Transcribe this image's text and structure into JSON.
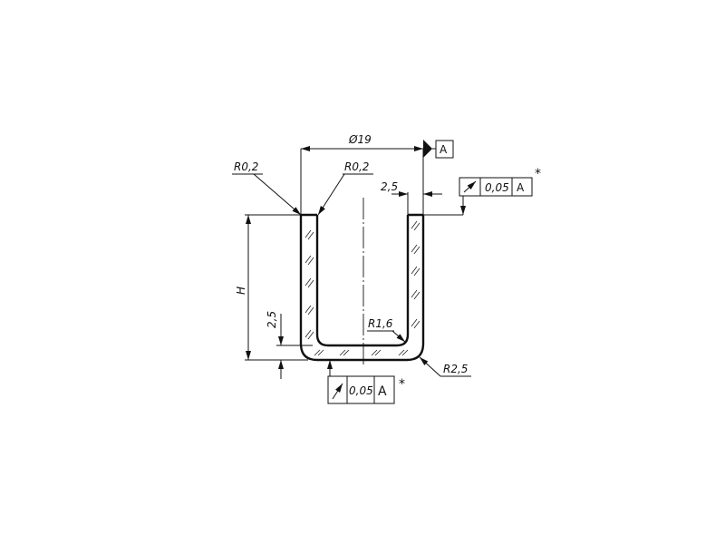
{
  "diameter_dim": "Ø19",
  "datum_label": "A",
  "radius_labels": {
    "outer_top_left": "R0,2",
    "inner_top_left": "R0,2",
    "inner_bottom": "R1,6",
    "outer_bottom": "R2,5"
  },
  "wall_thickness_top": "2,5",
  "bottom_thickness": "2,5",
  "height_label": "H",
  "tolerance_frames": [
    {
      "symbol": "runout-arrow-icon",
      "value": "0,05",
      "datum": "A",
      "note": "*"
    },
    {
      "symbol": "runout-arrow-icon",
      "value": "0,05",
      "datum": "A",
      "note": "*"
    }
  ]
}
